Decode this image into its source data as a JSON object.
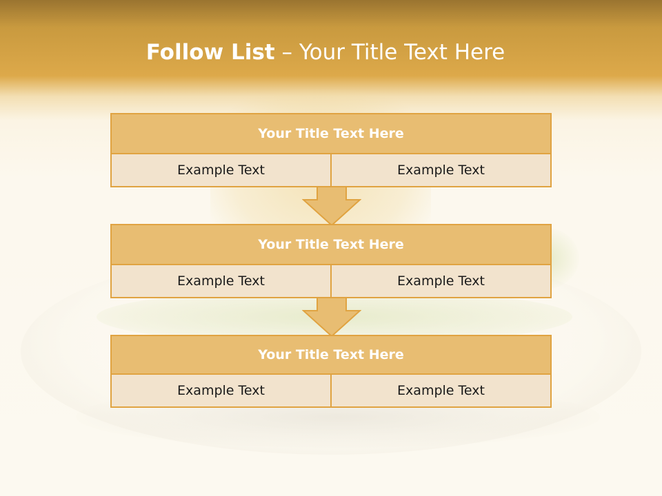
{
  "title": {
    "bold": "Follow List",
    "rest": " – Your Title Text Here"
  },
  "steps": [
    {
      "heading": "Your Title Text Here",
      "left": "Example Text",
      "right": "Example Text"
    },
    {
      "heading": "Your Title Text Here",
      "left": "Example Text",
      "right": "Example Text"
    },
    {
      "heading": "Your Title Text Here",
      "left": "Example Text",
      "right": "Example Text"
    }
  ],
  "colors": {
    "header_band": "#dda94a",
    "block_border": "#e0a341",
    "block_head": "#e8bd72",
    "block_cell": "#f2e3cd"
  }
}
